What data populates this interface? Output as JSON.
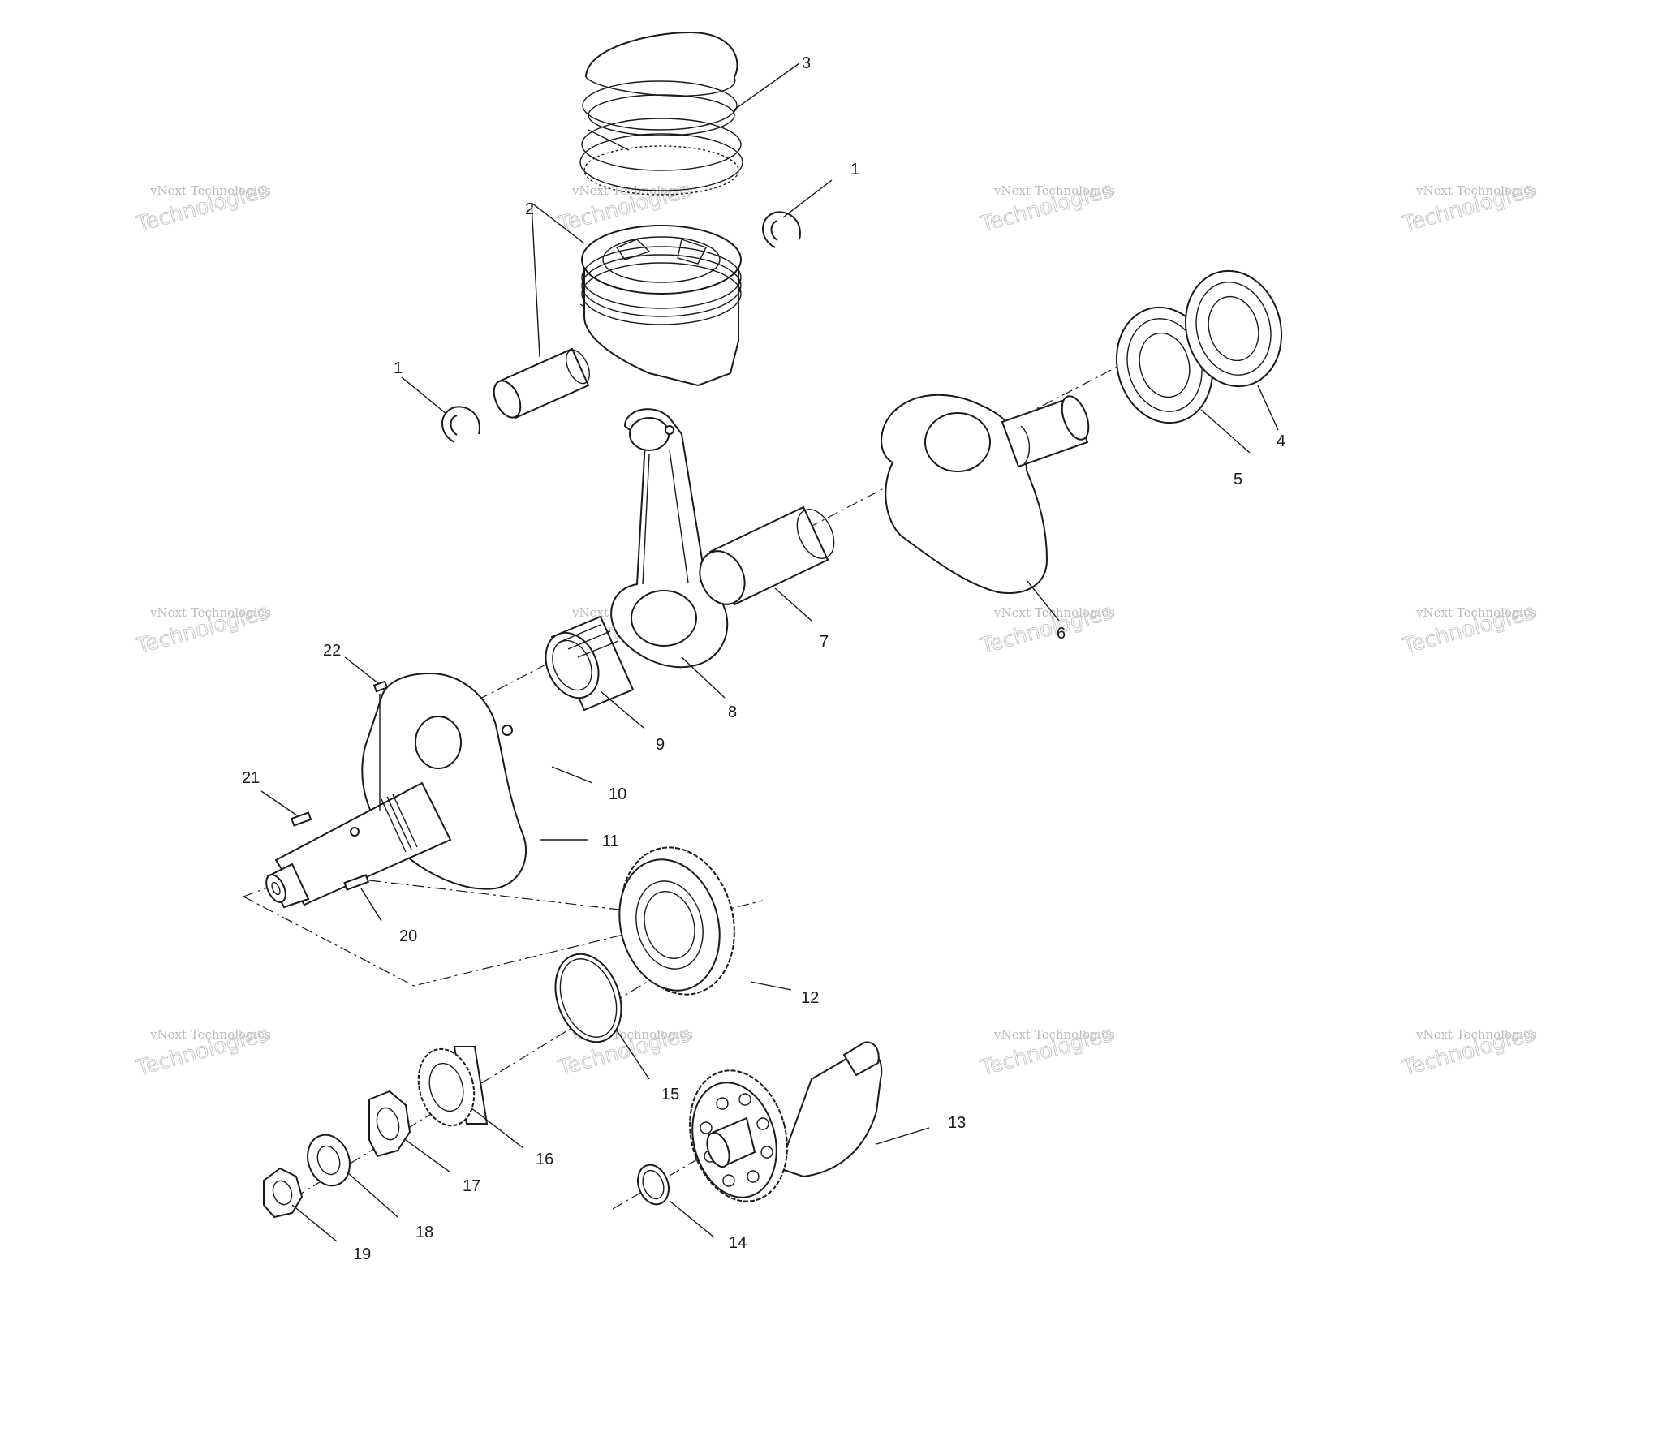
{
  "watermark": {
    "line1": "vNext Technologies",
    "line2": "Technologies"
  },
  "callouts": [
    "1",
    "1",
    "2",
    "3",
    "4",
    "5",
    "6",
    "7",
    "8",
    "9",
    "10",
    "11",
    "12",
    "13",
    "14",
    "15",
    "16",
    "17",
    "18",
    "19",
    "20",
    "21",
    "22"
  ]
}
